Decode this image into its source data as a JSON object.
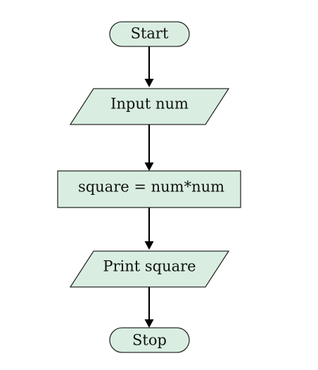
{
  "flowchart": {
    "start_label": "Start",
    "input_label": "Input num",
    "process_label": "square = num*num",
    "output_label": "Print square",
    "stop_label": "Stop"
  },
  "colors": {
    "shape_fill": "#d9eee1",
    "shape_stroke": "#2b2b2b",
    "arrow": "#000000",
    "text": "#111111"
  }
}
